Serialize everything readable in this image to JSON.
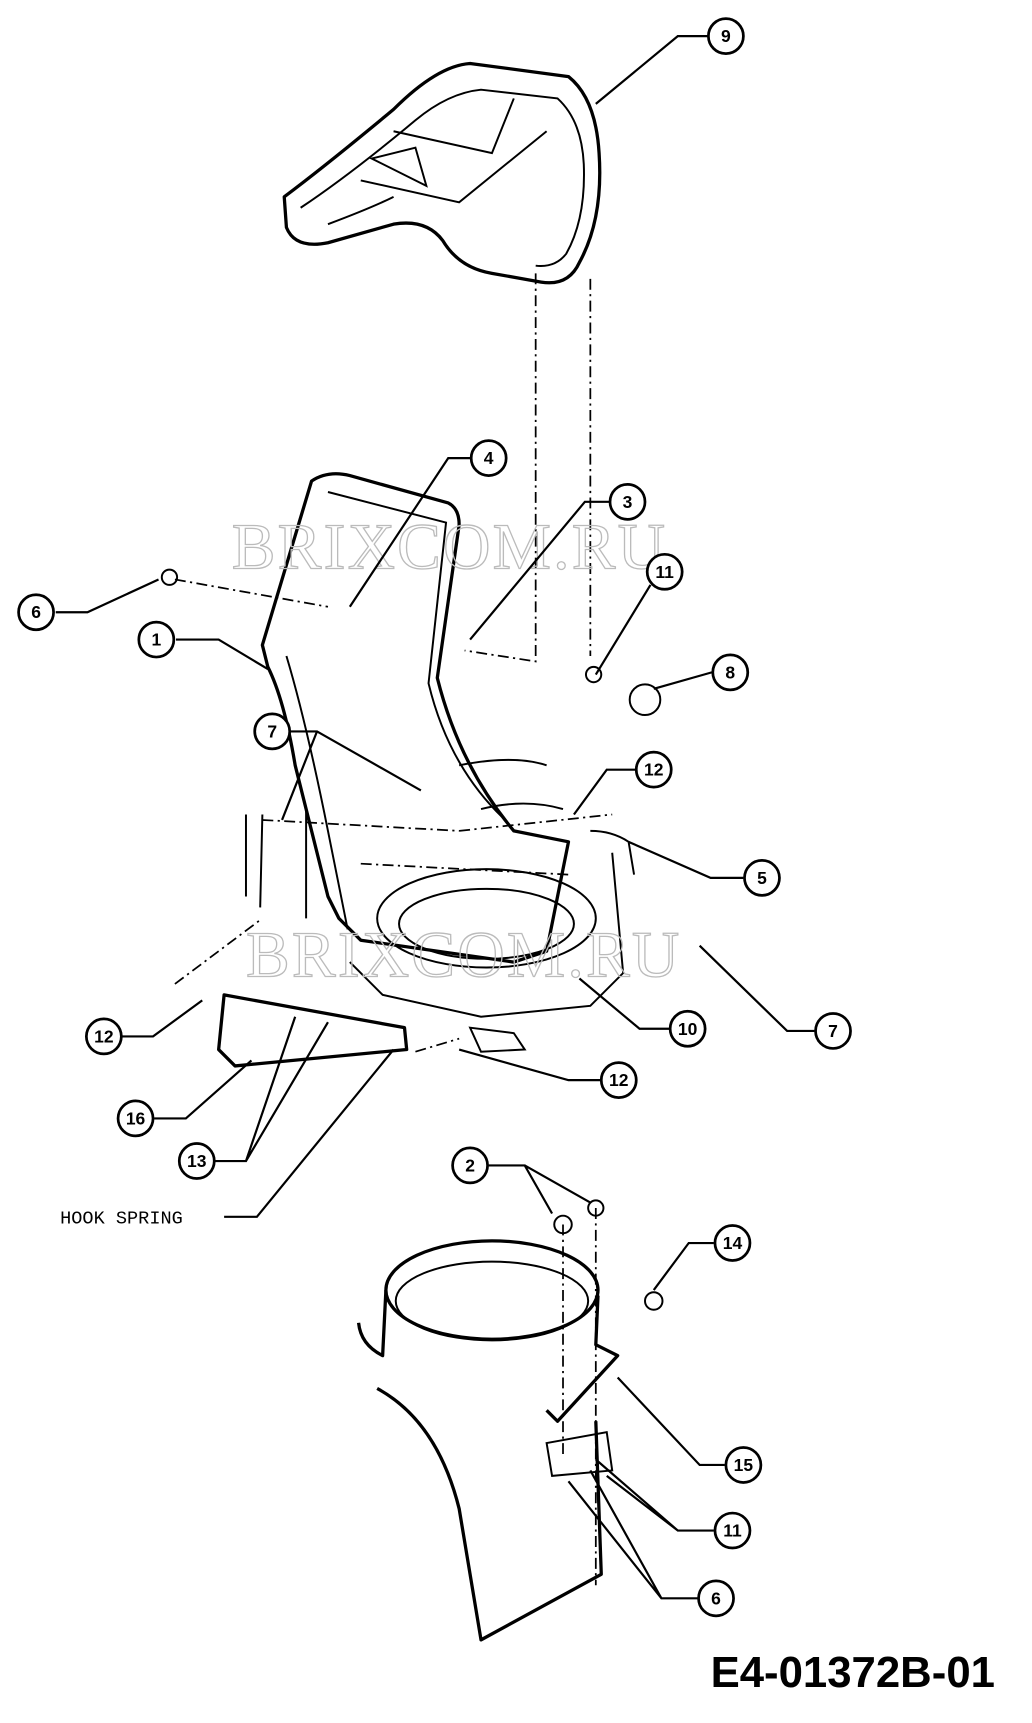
{
  "diagram": {
    "code": "E4-01372B-01",
    "watermark": "BRIXCOM.RU",
    "hook_spring_label": "HOOK SPRING",
    "callouts": [
      "9",
      "4",
      "3",
      "11",
      "6",
      "1",
      "8",
      "7",
      "12",
      "5",
      "7",
      "10",
      "12",
      "12",
      "16",
      "13",
      "2",
      "14",
      "15",
      "11",
      "6"
    ]
  }
}
